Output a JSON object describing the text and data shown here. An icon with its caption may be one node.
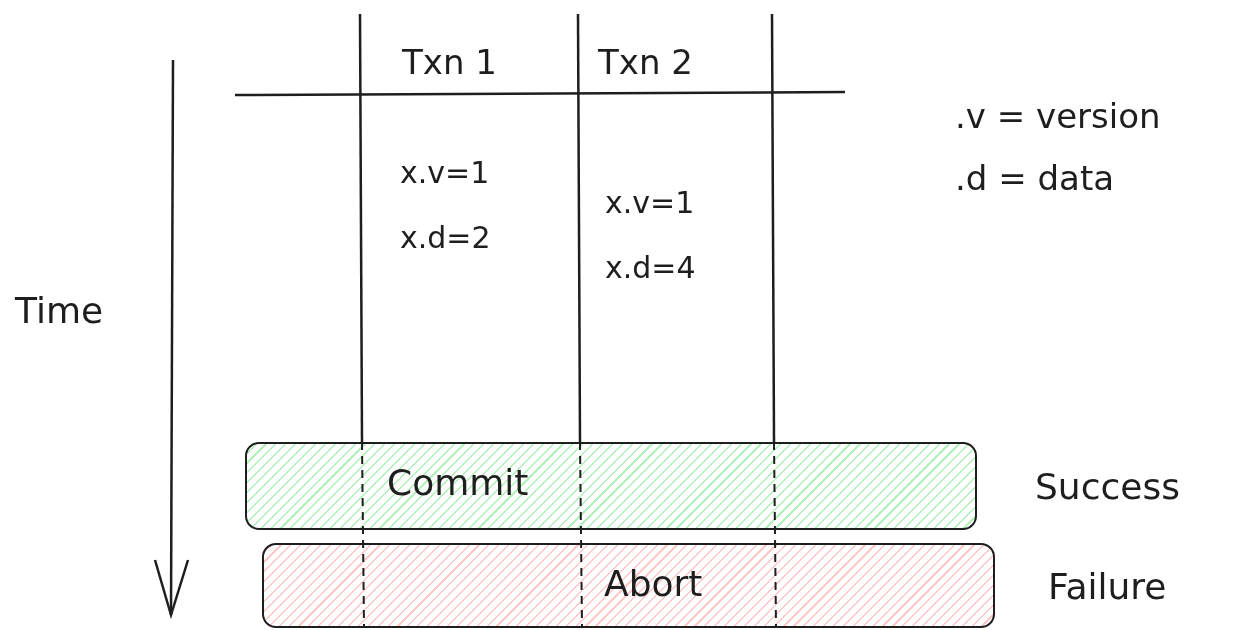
{
  "diagram": {
    "nodes": [
      {
        "text": [
          "Commit"
        ],
        "beside": [
          "Success"
        ]
      },
      {
        "text": [
          "Abort"
        ],
        "beside": [
          "Failure"
        ]
      }
    ],
    "edges": [],
    "labels": [
      "Txn 1",
      "Txn 2",
      ".v = version",
      ".d = data",
      "x.v=1",
      "x.d=2",
      "x.v=1",
      "x.d=4",
      "Time"
    ]
  }
}
